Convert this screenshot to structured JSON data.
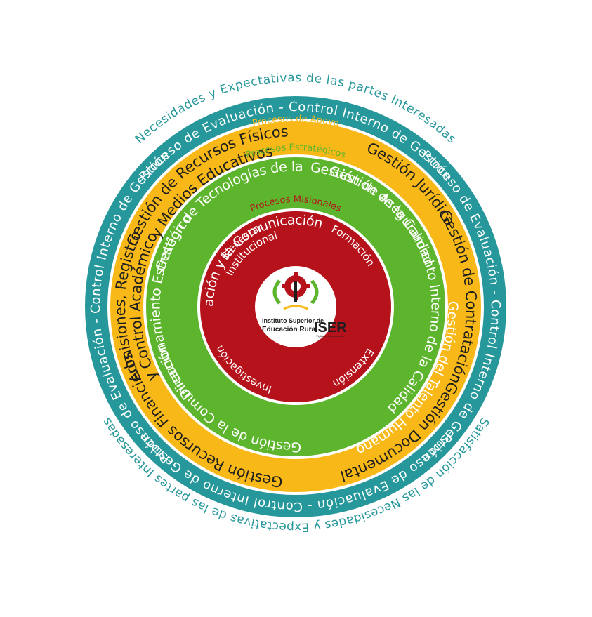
{
  "colors": {
    "background": "#ffffff",
    "outer_text": "#26979a",
    "teal": "#26979a",
    "yellow": "#f8b918",
    "green": "#5db52d",
    "red": "#b5121b",
    "white": "#ffffff",
    "dark_text": "#1e1e1e"
  },
  "outer_ring": {
    "top_label": "Necesidades y Expectativas de las partes Interesadas",
    "bottom_label": "Satisfacción de las Necesidades y Expectativas de las partes Interesadas"
  },
  "control_ring": {
    "top_label": "Proceso de Evaluación - Control Interno de Gestión",
    "left_label": "Proceso de Evaluación - Control Interno de Gestión",
    "right_label": "Proceso de Evaluación - Control Interno de Gestión",
    "bottom_label": "Proceso de Evaluación - Control Interno de Gestión"
  },
  "support_ring": {
    "title": "Procesos de Apoyo",
    "items": [
      "Gestión de Recursos Físicos",
      "y Medios Educativos",
      "Gestión Jurídica",
      "Gestión de Contratación",
      "Gestión Documental",
      "Gestión Recursos Financieros",
      "Admisiones, Registro",
      "y Control Académico"
    ]
  },
  "strategic_ring": {
    "title": "Procesos Estratégicos",
    "items": [
      "Gestión de Tecnologías de la",
      "Información y la Comunicación",
      "Gestión de la Calidad",
      "Gestión de Aseguramiento Interno de la Calidad",
      "Gestión del Talento Humano",
      "Gestión de la Comunicación",
      "Direccionamiento Estratégico"
    ]
  },
  "mission_ring": {
    "title": "Procesos Misionales",
    "items": [
      "Bienestar",
      "Institucional",
      "Formación",
      "Extensión",
      "Investigación"
    ]
  },
  "logo": {
    "line1": "Instituto Superior de",
    "line2": "Educación Rural",
    "acronym": "ISER",
    "tagline": "Vigilada Mineducación"
  }
}
